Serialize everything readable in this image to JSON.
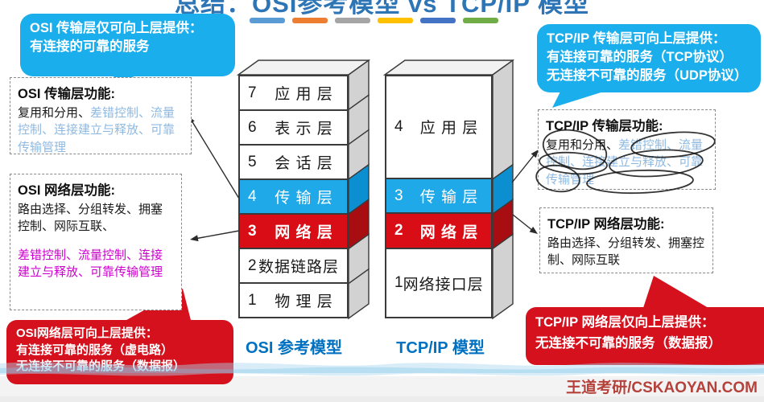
{
  "title": "总结：OSI参考模型 vs TCP/IP 模型",
  "decor_dashes": [
    "#5B9BD5",
    "#ED7D31",
    "#A5A5A5",
    "#FFC000",
    "#4472C4",
    "#70AD47"
  ],
  "colors": {
    "title_blue": "#2E75B6",
    "label_blue": "#0070C0",
    "bubble_blue": "#1BAEEC",
    "bubble_red": "#D4111D",
    "layer_transport_blue": "#1FA9E8",
    "layer_network_red": "#D90D16",
    "side_blue": "#0C8FD0",
    "side_red": "#A80D12",
    "func_blue_text": "#8FB9E0",
    "func_magenta_text": "#CC00CC",
    "watermark_red": "#B5413B"
  },
  "callouts": {
    "osi_transport": {
      "line1": "OSI 传输层仅可向上层提供：",
      "line2": "有连接的可靠的服务"
    },
    "tcpip_transport": {
      "line1": "TCP/IP 传输层可向上层提供：",
      "line2": "有连接可靠的服务（TCP协议）",
      "line3": "无连接不可靠的服务（UDP协议）"
    },
    "osi_network": {
      "line1": "OSI网络层可向上层提供：",
      "line2": "有连接可靠的服务（虚电路）",
      "line3": "无连接不可靠的服务（数据报）"
    },
    "tcpip_network": {
      "line1": "TCP/IP 网络层仅向上层提供：",
      "line2": "无连接不可靠的服务（数据报）"
    }
  },
  "function_boxes": {
    "osi_transport": {
      "title": "OSI 传输层功能:",
      "black_text": "复用和分用、",
      "blue_text": "差错控制、流量控制、连接建立与释放、可靠传输管理"
    },
    "osi_network": {
      "title": "OSI 网络层功能:",
      "black_text": "路由选择、分组转发、拥塞控制、网际互联、",
      "magenta_text": "差错控制、流量控制、连接建立与释放、可靠传输管理"
    },
    "tcpip_transport": {
      "title": "TCP/IP 传输层功能:",
      "black_text": "复用和分用、",
      "blue_text": "差错控制、流量控制、连接建立与释放、可靠传输管理"
    },
    "tcpip_network": {
      "title": "TCP/IP 网络层功能:",
      "black_text": "路由选择、分组转发、拥塞控制、网际互联"
    }
  },
  "osi_model": {
    "label": "OSI 参考模型",
    "layers": [
      {
        "num": "7",
        "name": "应 用 层"
      },
      {
        "num": "6",
        "name": "表 示 层"
      },
      {
        "num": "5",
        "name": "会 话 层"
      },
      {
        "num": "4",
        "name": "传 输 层"
      },
      {
        "num": "3",
        "name": "网 络 层"
      },
      {
        "num": "2",
        "name": "数据链路层"
      },
      {
        "num": "1",
        "name": "物 理 层"
      }
    ]
  },
  "tcpip_model": {
    "label": "TCP/IP 模型",
    "layers": [
      {
        "num": "4",
        "name": "应 用 层"
      },
      {
        "num": "3",
        "name": "传 输 层"
      },
      {
        "num": "2",
        "name": "网 络 层"
      },
      {
        "num": "1",
        "name": "网络接口层"
      }
    ]
  },
  "watermark": "王道考研/CSKAOYAN.COM"
}
